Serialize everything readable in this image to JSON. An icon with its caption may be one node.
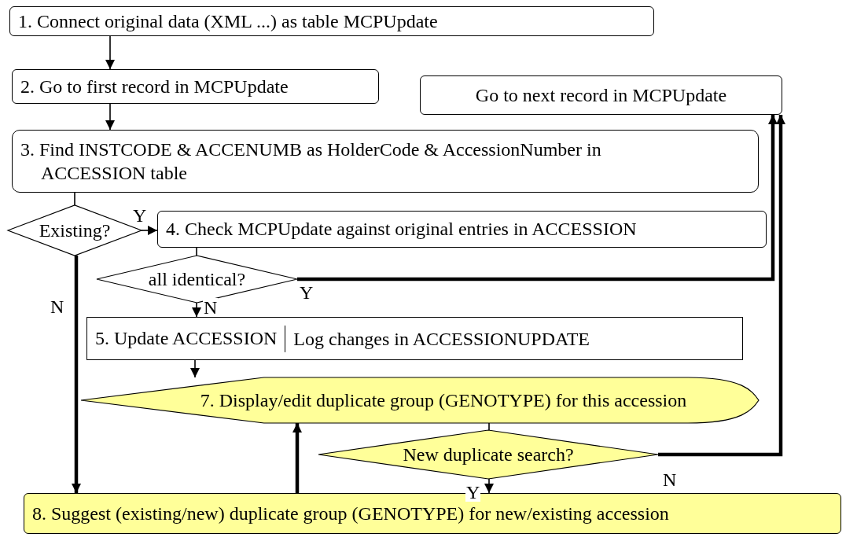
{
  "diagram": {
    "nodes": [
      {
        "text": [
          "1. Connect original data (XML ...) as table MCPUpdate"
        ]
      },
      {
        "text": [
          "2. Go to first record in MCPUpdate"
        ]
      },
      {
        "text": [
          "Go to next record in MCPUpdate"
        ]
      },
      {
        "text": [
          "3. Find INSTCODE & ACCENUMB as HolderCode & AccessionNumber in ACCESSION table"
        ]
      },
      {
        "text": [
          "Existing?"
        ]
      },
      {
        "text": [
          "4. Check MCPUpdate against original entries in ACCESSION"
        ]
      },
      {
        "text": [
          "all identical?"
        ]
      },
      {
        "text": [
          "5. Update ACCESSION",
          "Log changes in ACCESSIONUPDATE"
        ]
      },
      {
        "text": [
          "7. Display/edit duplicate group (GENOTYPE) for this accession"
        ]
      },
      {
        "text": [
          "New duplicate search?"
        ]
      },
      {
        "text": [
          "8. Suggest (existing/new) duplicate group (GENOTYPE) for new/existing accession"
        ]
      }
    ],
    "edges": [
      {
        "from": 0,
        "to": 1,
        "arrow": "to"
      },
      {
        "from": 1,
        "to": 3,
        "arrow": "to"
      },
      {
        "from": 3,
        "to": 4,
        "arrow": "none"
      },
      {
        "from": 4,
        "to": 5,
        "arrow": "to",
        "label": "Y"
      },
      {
        "from": 5,
        "to": 6,
        "arrow": "none"
      },
      {
        "from": 6,
        "to": 2,
        "arrow": "to",
        "label": "Y",
        "style": "thick"
      },
      {
        "from": 6,
        "to": 7,
        "arrow": "to",
        "label": "N"
      },
      {
        "from": 4,
        "to": 10,
        "arrow": "to",
        "label": "N",
        "style": "thick"
      },
      {
        "from": 7,
        "to": 8,
        "arrow": "to"
      },
      {
        "from": 8,
        "to": 9,
        "arrow": "none"
      },
      {
        "from": 9,
        "to": 2,
        "arrow": "to",
        "label": "N",
        "style": "thick"
      },
      {
        "from": 9,
        "to": 10,
        "arrow": "to",
        "label": "Y"
      },
      {
        "from": 10,
        "to": 8,
        "arrow": "to",
        "style": "thick"
      }
    ]
  }
}
